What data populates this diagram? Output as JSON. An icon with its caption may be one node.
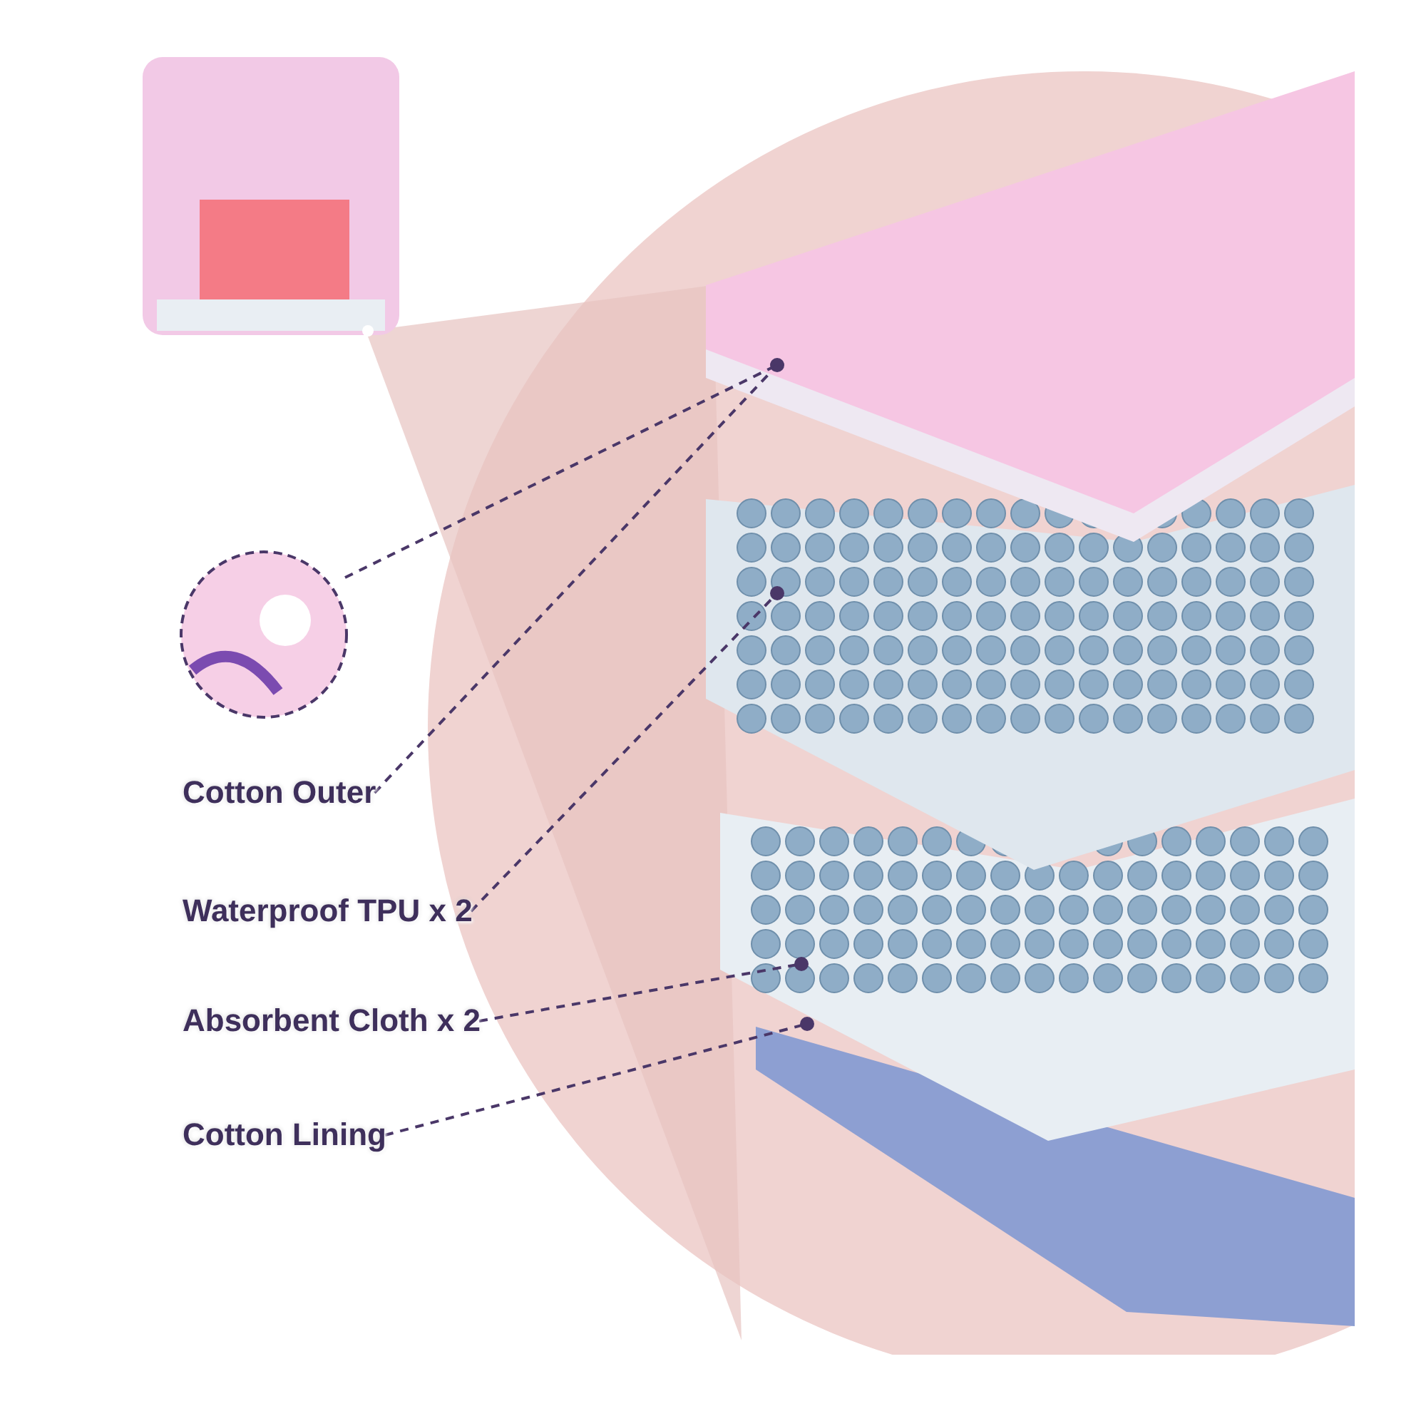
{
  "diagram": {
    "nodes": [
      {
        "text": [],
        "shape": "picture"
      },
      {
        "text": [],
        "shape": "picture"
      },
      {
        "text": [],
        "shape": "picture"
      },
      {
        "text": [],
        "shape": "picture"
      },
      {
        "text": [],
        "shape": "picture"
      },
      {
        "text": [],
        "shape": "picture"
      },
      {
        "text": [
          "Cotton Outer"
        ]
      },
      {
        "text": [
          "Waterproof TPU x 2"
        ]
      },
      {
        "text": [
          "Absorbent Cloth x 2"
        ]
      },
      {
        "text": [
          "Cotton Lining"
        ]
      }
    ],
    "edges": [
      {
        "from": 1,
        "to": 2,
        "arrow": "none"
      },
      {
        "from": 6,
        "to": 2,
        "arrow": "none"
      },
      {
        "from": 7,
        "to": 3,
        "arrow": "none"
      },
      {
        "from": 8,
        "to": 4,
        "arrow": "none"
      },
      {
        "from": 9,
        "to": 5,
        "arrow": "none"
      }
    ]
  }
}
